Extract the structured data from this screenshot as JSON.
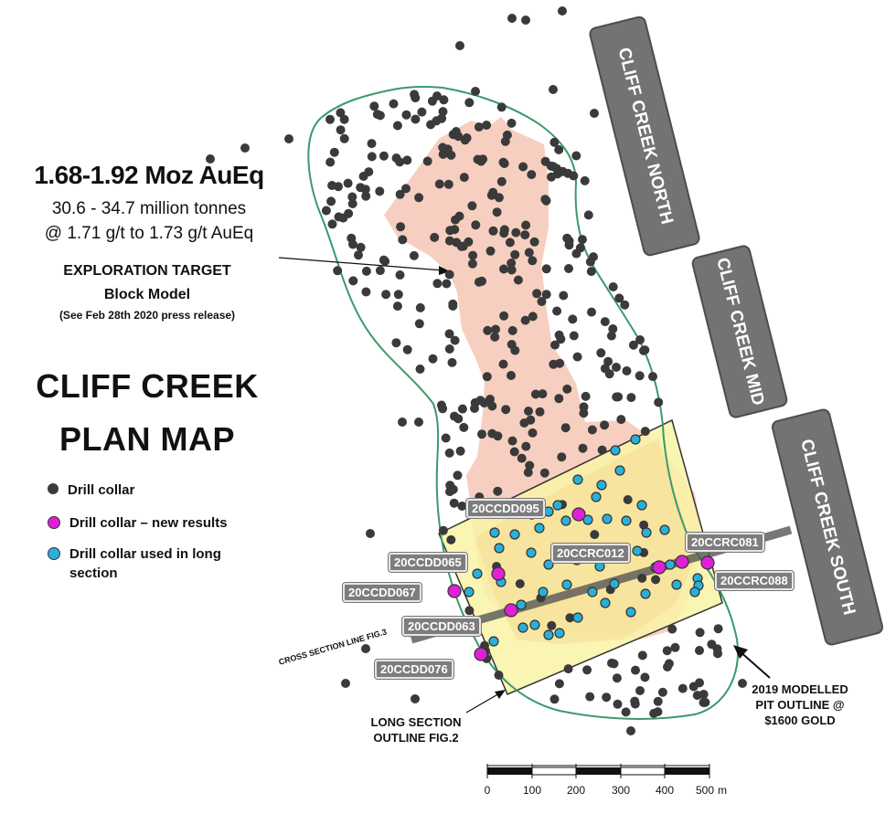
{
  "headline": {
    "resource": "1.68-1.92 Moz AuEq",
    "tonnes": "30.6 - 34.7 million tonnes",
    "grade": "@ 1.71 g/t to 1.73 g/t AuEq",
    "target": "EXPLORATION TARGET",
    "block_model": "Block Model",
    "press_note": "(See Feb 28th 2020 press release)"
  },
  "title": {
    "line1": "CLIFF CREEK",
    "line2": "PLAN MAP"
  },
  "legend": [
    {
      "label": "Drill collar",
      "color": "#3a3a3a"
    },
    {
      "label": "Drill collar – new results",
      "color": "#e020d8"
    },
    {
      "label": "Drill collar used in long section",
      "color": "#2ab0d8"
    }
  ],
  "zones": {
    "north": "CLIFF CREEK NORTH",
    "mid": "CLIFF CREEK MID",
    "south": "CLIFF CREEK SOUTH"
  },
  "holes": [
    "20CCDD095",
    "20CCDD065",
    "20CCRC012",
    "20CCRC081",
    "20CCRC088",
    "20CCDD067",
    "20CCDD063",
    "20CCDD076"
  ],
  "annotations": {
    "cross_section": "CROSS SECTION LINE FIG.3",
    "long_section_1": "LONG SECTION",
    "long_section_2": "OUTLINE FIG.2",
    "pit_1": "2019 MODELLED",
    "pit_2": "PIT OUTLINE @",
    "pit_3": "$1600 GOLD"
  },
  "scale": {
    "ticks": [
      "0",
      "100",
      "200",
      "300",
      "400",
      "500"
    ],
    "unit": "m"
  },
  "colors": {
    "pit_outline": "#3a9a6a",
    "block_model": "#f6cfc0",
    "long_section_box": "#f9f3a6",
    "collar": "#3a3a3a",
    "new_result": "#e020d8",
    "long_section_collar": "#2ab0d8"
  }
}
